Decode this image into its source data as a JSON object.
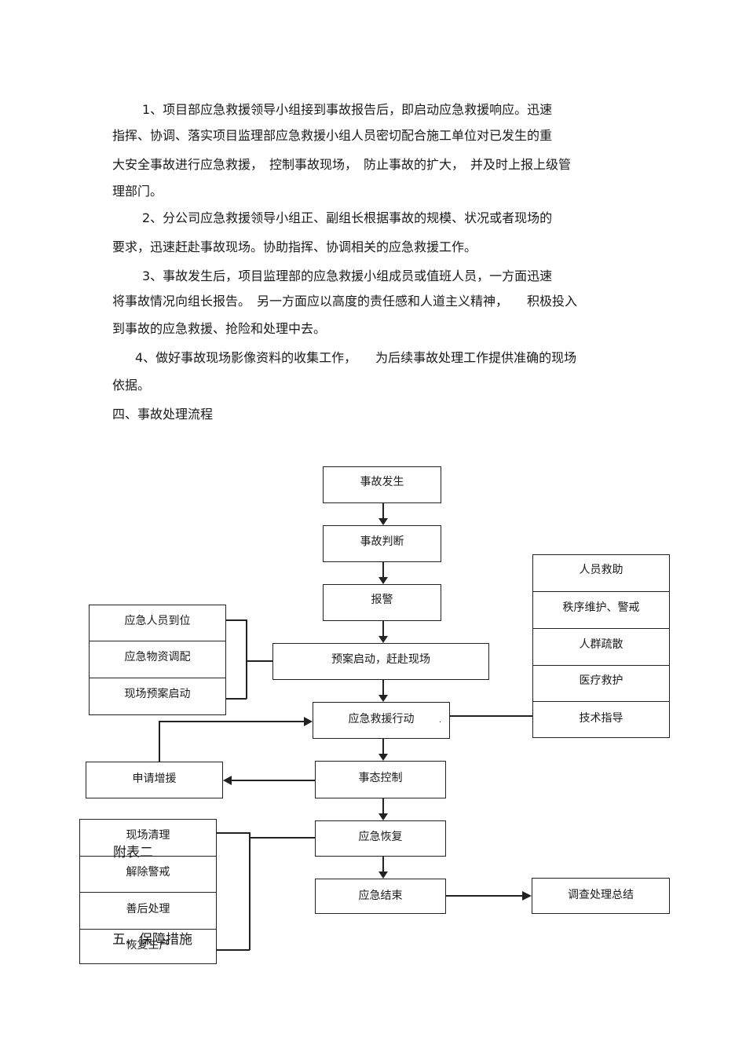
{
  "paragraphs": [
    [
      "1、项目部应急救援领导小组接到事故报告后，即启动应急救援响应。迅速",
      "指挥、协调、落实项目监理部应急救援小组人员密切配合施工单位对已发生的重",
      "大安全事故进行应急救援，　控制事故现场，　防止事故的扩大，　并及时上报上级管",
      "理部门。"
    ],
    [
      "2、分公司应急救援领导小组正、副组长根据事故的规模、状况或者现场的",
      "要求，迅速赶赴事故现场。协助指挥、协调相关的应急救援工作。"
    ],
    [
      "3、事故发生后，项目监理部的应急救援小组成员或值班人员，一方面迅速",
      "将事故情况向组长报告。　另一方面应以高度的责任感和人道主义精神，　　积极投入",
      "到事故的应急救援、抢险和处理中去。"
    ],
    [
      "4、做好事故现场影像资料的收集工作，　　为后续事故处理工作提供准确的现场",
      "依据。"
    ]
  ],
  "section_heading": "四、事故处理流程",
  "flow": {
    "main": [
      "事故发生",
      "事故判断",
      "报警",
      "预案启动，赶赴现场",
      "应急救援行动",
      "事态控制",
      "应急恢复",
      "应急结束"
    ],
    "left_top": [
      "应急人员到位",
      "应急物资调配",
      "现场预案启动"
    ],
    "right_top": [
      "人员救助",
      "秩序维护、警戒",
      "人群疏散",
      "医疗救护",
      "技术指导"
    ],
    "request": "申请增援",
    "left_bottom": [
      "现场清理",
      "解除警戒",
      "善后处理",
      "恢复生产"
    ],
    "summary": "调查处理总结",
    "dot": "."
  },
  "overlays": {
    "appendix": "附表二",
    "section5": "五、保障措施"
  }
}
